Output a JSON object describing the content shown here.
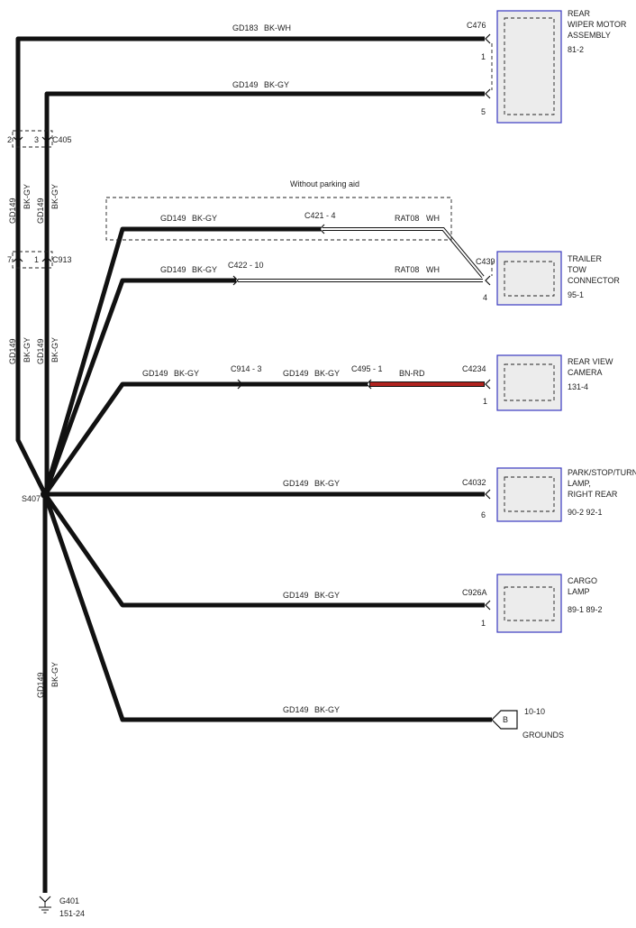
{
  "wires": {
    "gd183": "GD183",
    "gd149": "GD149",
    "bk_wh": "BK-WH",
    "bk_gy": "BK-GY",
    "rat08": "RAT08",
    "wh": "WH",
    "bn_rd": "BN-RD"
  },
  "connectors": {
    "c476": "C476",
    "c405": "C405",
    "c913": "C913",
    "c421": "C421 -  4",
    "c422": "C422 -  10",
    "c439": "C439",
    "c914": "C914 -  3",
    "c495": "C495 -  1",
    "c4234": "C4234",
    "c4032": "C4032",
    "c926a": "C926A"
  },
  "pins": {
    "wiper_1": "1",
    "wiper_5": "5",
    "c405_2": "2",
    "c405_3": "3",
    "c913_7": "7",
    "c913_1": "1",
    "tow_4": "4",
    "camera_1": "1",
    "lamp_6": "6",
    "cargo_1": "1"
  },
  "splice": "S407",
  "option_label": "Without parking aid",
  "components": {
    "wiper": [
      "REAR",
      "WIPER MOTOR",
      "ASSEMBLY",
      "81-2"
    ],
    "tow": [
      "TRAILER",
      "TOW",
      "CONNECTOR",
      "95-1"
    ],
    "camera": [
      "REAR VIEW",
      "CAMERA",
      "131-4"
    ],
    "lamp": [
      "PARK/STOP/TURN",
      "LAMP,",
      "RIGHT REAR",
      "90-2    92-1"
    ],
    "cargo": [
      "CARGO",
      "LAMP",
      "89-1    89-2"
    ]
  },
  "grounds": {
    "letter": "B",
    "ref": "10-10",
    "label": "GROUNDS"
  },
  "ground_point": {
    "id": "G401",
    "ref": "151-24"
  },
  "colors": {
    "wire": "#111111",
    "bn_rd_wire": "#b0231f",
    "component_border": "#3a3ac0",
    "component_fill": "#ececec"
  }
}
